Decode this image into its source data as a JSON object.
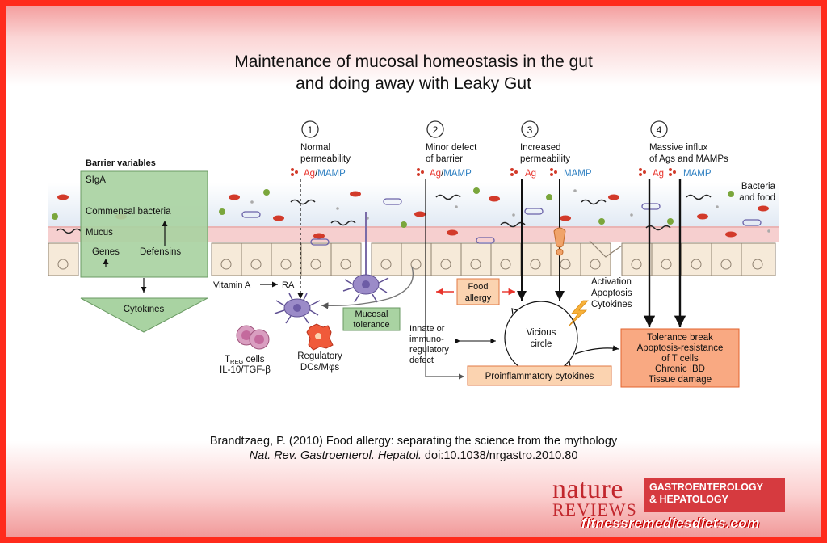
{
  "title": {
    "line1": "Maintenance of mucosal homeostasis in the gut",
    "line2": "and doing away with Leaky Gut"
  },
  "diagram": {
    "barrier_variables_label": "Barrier variables",
    "barrier_box": {
      "siga": "SIgA",
      "commensal": "Commensal bacteria",
      "mucus": "Mucus",
      "genes": "Genes",
      "defensins": "Defensins"
    },
    "cytokines_label": "Cytokines",
    "bacteria_food": [
      "Bacteria",
      "and food"
    ],
    "stages": [
      {
        "number": "1",
        "label": [
          "Normal",
          "permeability"
        ],
        "ag": "Ag",
        "sep": "/",
        "mamp": "MAMP"
      },
      {
        "number": "2",
        "label": [
          "Minor defect",
          "of barrier"
        ],
        "ag": "Ag",
        "sep": "/",
        "mamp": "MAMP"
      },
      {
        "number": "3",
        "label": [
          "Increased",
          "permeability"
        ],
        "ag": "Ag",
        "sep": "",
        "mamp": "MAMP"
      },
      {
        "number": "4",
        "label": [
          "Massive influx",
          "of Ags and MAMPs"
        ],
        "ag": "Ag",
        "sep": "",
        "mamp": "MAMP"
      }
    ],
    "vitamin_a": "Vitamin A",
    "ra": "RA",
    "treg": {
      "t": "T",
      "sub": "REG",
      "rest": " cells",
      "line2": "IL-10/TGF-β"
    },
    "regulatory": [
      "Regulatory",
      "DCs/Mφs"
    ],
    "mucosal_tolerance": [
      "Mucosal",
      "tolerance"
    ],
    "food_allergy": [
      "Food",
      "allergy"
    ],
    "innate_defect": [
      "Innate or",
      "immuno-",
      "regulatory",
      "defect"
    ],
    "activation": [
      "Activation",
      "Apoptosis",
      "Cytokines"
    ],
    "vicious_circle": [
      "Vicious",
      "circle"
    ],
    "proinflammatory": "Proinflammatory cytokines",
    "tolerance_break": [
      "Tolerance break",
      "Apoptosis-resistance",
      "of T cells",
      "Chronic IBD",
      "Tissue damage"
    ]
  },
  "citation": {
    "line1": "Brandtzaeg, P. (2010) Food allergy: separating the science from the mythology",
    "journal": "Nat. Rev. Gastroenterol. Hepatol.",
    "doi": " doi:10.1038/nrgastro.2010.80"
  },
  "logo": {
    "nature": "nature",
    "reviews": "REVIEWS",
    "box_line1": "GASTROENTEROLOGY",
    "box_line2": "& HEPATOLOGY"
  },
  "watermark": "fitnessremediesdiets.com",
  "colors": {
    "frame": "#ff2b1c",
    "green_box": "#a9d3a2",
    "orange_box": "#fbd3b0",
    "ag_red": "#e8332b",
    "mamp_blue": "#2d7fc1"
  }
}
